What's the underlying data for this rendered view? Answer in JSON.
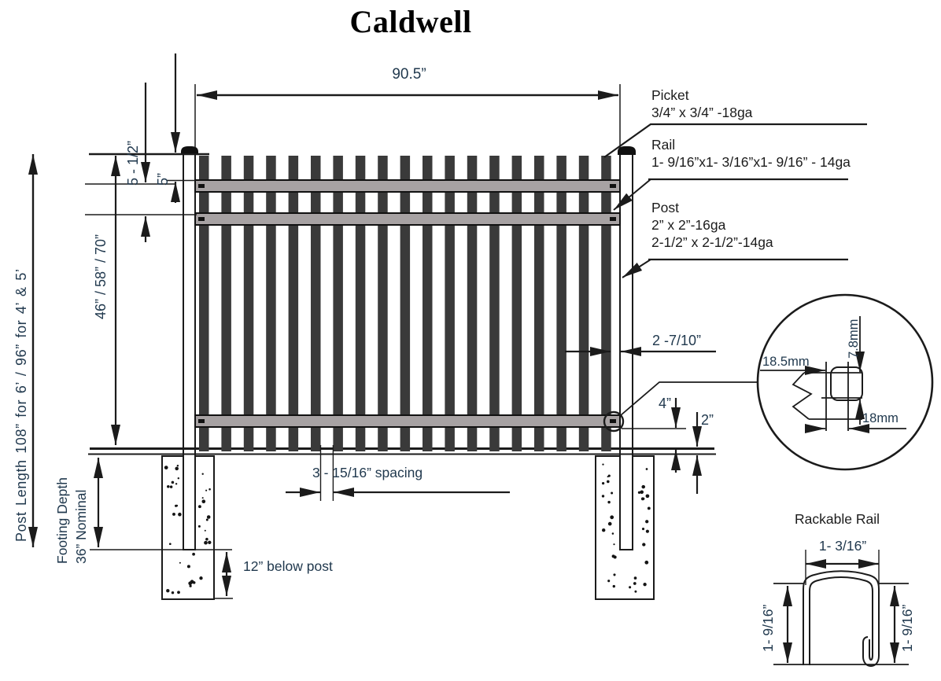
{
  "title": "Caldwell",
  "dimensions": {
    "panel_width": "90.5”",
    "picket_top_offset": "5”",
    "post_top_offset": "5 - 1/2”",
    "fence_heights": "46” / 58” / 70”",
    "post_length": "Post Length 108” for 6’ / 96” for 4’ & 5’",
    "footing_depth_line1": "Footing Depth",
    "footing_depth_line2": "36” Nominal",
    "below_post": "12” below post",
    "picket_spacing": "3 - 15/16” spacing",
    "picket_to_post_gap": "2 -7/10”",
    "rail_bottom_clearance": "4”",
    "picket_ground_clearance": "2”"
  },
  "components": {
    "picket": {
      "name": "Picket",
      "spec": "3/4” x 3/4” -18ga"
    },
    "rail": {
      "name": "Rail",
      "spec": "1- 9/16”x1- 3/16”x1- 9/16” - 14ga"
    },
    "post": {
      "name": "Post",
      "spec1": "2” x 2”-16ga",
      "spec2": "2-1/2” x 2-1/2”-14ga"
    }
  },
  "rail_detail": {
    "width": "18.5mm",
    "lip": "7.8mm",
    "height": "18mm"
  },
  "rackable_rail": {
    "title": "Rackable Rail",
    "width": "1- 3/16”",
    "height_left": "1- 9/16”",
    "height_right": "1- 9/16”"
  },
  "fence": {
    "picket_count": 19,
    "rail_count": 3,
    "colors": {
      "picket": "#3a3a3a",
      "rail": "#a7a2a3",
      "line": "#1b1b1b",
      "dim_text": "#21394e"
    }
  }
}
